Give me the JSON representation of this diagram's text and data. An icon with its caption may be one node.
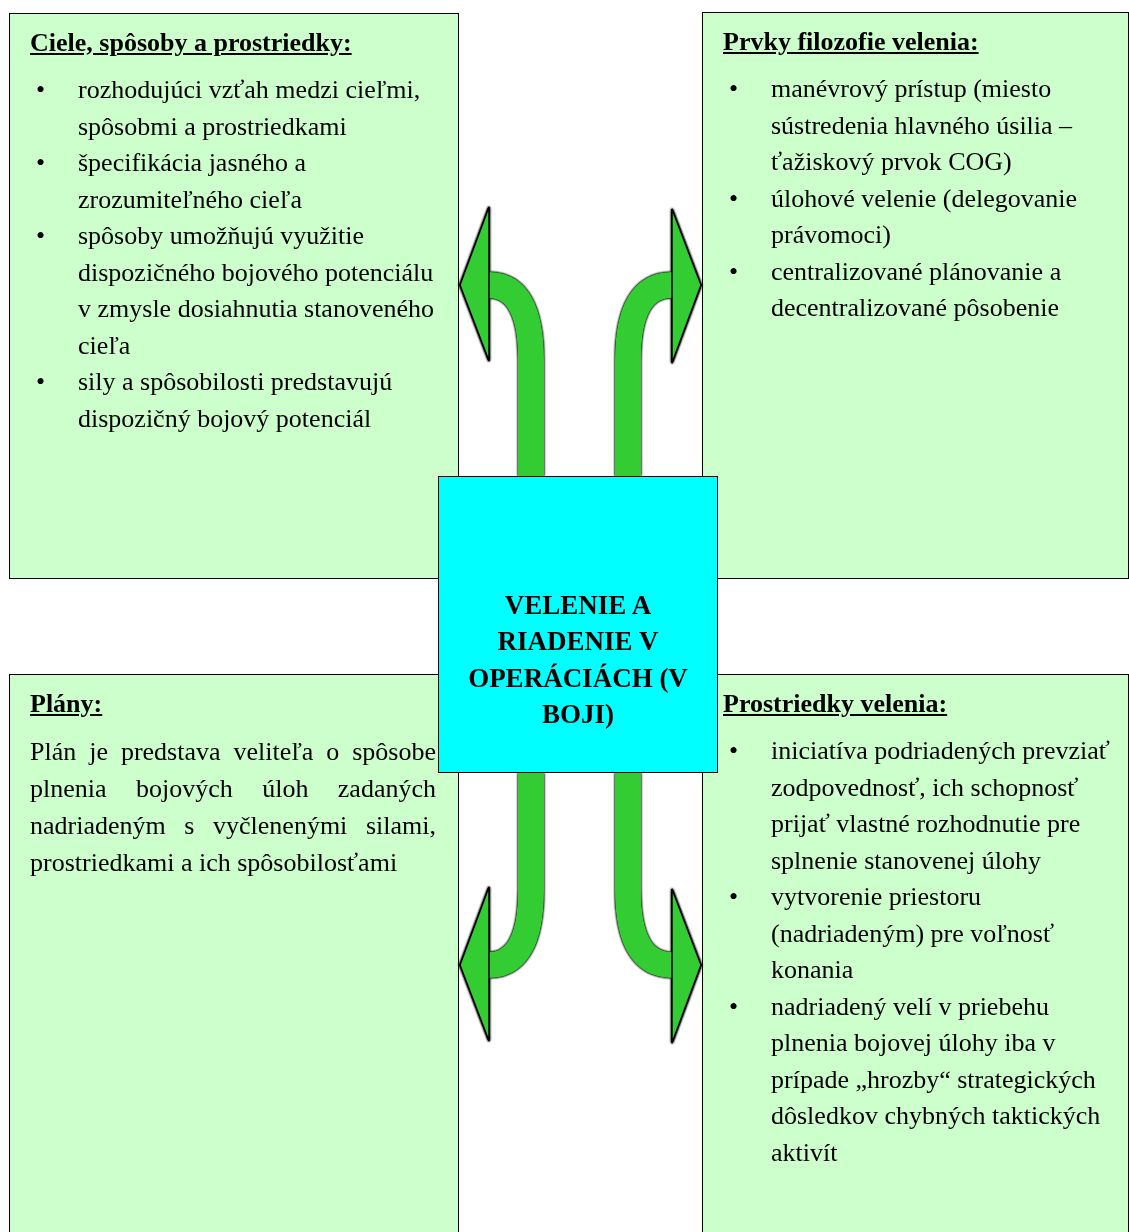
{
  "diagram": {
    "nodes": [
      {
        "text": [
          "Ciele, spôsoby a prostriedky:",
          "• rozhodujúci vzťah medzi cieľmi, spôsobmi a prostriedkami",
          "• špecifikácia jasného a zrozumiteľného cieľa",
          "• spôsoby umožňujú využitie dispozičného bojového potenciálu v zmysle dosiahnutia stanoveného cieľa",
          "• sily a spôsobilosti predstavujú dispozičný bojový potenciál"
        ]
      },
      {
        "text": [
          "Prvky filozofie velenia:",
          "• manévrový prístup (miesto sústredenia hlavného úsilia – ťažiskový prvok COG)",
          "• úlohové velenie (delegovanie právomoci)",
          "• centralizované plánovanie a decentralizované pôsobenie"
        ]
      },
      {
        "text": [
          "VELENIE A RIADENIE V OPERÁCIÁCH (V BOJI)"
        ]
      },
      {
        "text": [
          "Plány:",
          "Plán je predstava veliteľa o spôsobe plnenia bojových úloh zadaných nadriadeným s vyčlenenými silami, prostriedkami a ich spôsobilosťami"
        ]
      },
      {
        "text": [
          "Prostriedky velenia:",
          "• iniciatíva podriadených prevziať zodpovednosť, ich schopnosť prijať vlastné rozhodnutie pre splnenie stanovenej úlohy",
          "• vytvorenie priestoru (nadriadeným) pre voľnosť konania",
          "• nadriadený velí v priebehu plnenia bojovej úlohy iba v prípade „hrozby“ strategických dôsledkov chybných taktických aktivít"
        ]
      }
    ],
    "edges": [
      {
        "from": 2,
        "to": 0,
        "arrow": "to"
      },
      {
        "from": 2,
        "to": 1,
        "arrow": "to"
      },
      {
        "from": 2,
        "to": 3,
        "arrow": "to"
      },
      {
        "from": 2,
        "to": 4,
        "arrow": "to"
      }
    ]
  }
}
